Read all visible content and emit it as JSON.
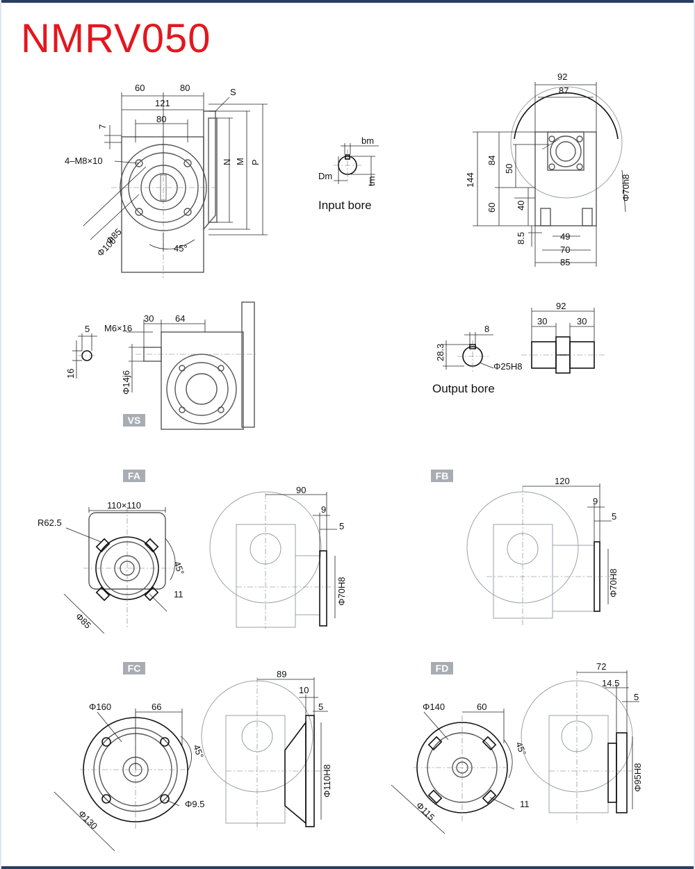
{
  "title": "NMRV050",
  "labels": {
    "input_bore": "Input bore",
    "output_bore": "Output bore"
  },
  "badges": {
    "vs": "VS",
    "fa": "FA",
    "fb": "FB",
    "fc": "FC",
    "fd": "FD"
  },
  "front_view": {
    "d60": "60",
    "d80a": "80",
    "d121": "121",
    "d80b": "80",
    "d7": "7",
    "s": "S",
    "n": "N",
    "m": "M",
    "p": "P",
    "thread": "4–M8×10",
    "phi85": "Φ85",
    "phi100": "Φ100",
    "angle45": "45°"
  },
  "input_bore_dims": {
    "bm": "bm",
    "dm": "Dm",
    "tm": "tm"
  },
  "side_view": {
    "d92": "92",
    "d87": "87",
    "d144": "144",
    "d84": "84",
    "d50": "50",
    "d60": "60",
    "d40": "40",
    "d8_5": "8.5",
    "d49": "49",
    "d70": "70",
    "d85": "85",
    "phi70h8": "Φ70h8"
  },
  "vs_view": {
    "d5": "5",
    "m6x16": "M6×16",
    "d30": "30",
    "d64": "64",
    "d16": "16",
    "phi14j6": "Φ14j6"
  },
  "output_bore_dims": {
    "d8": "8",
    "d28_3": "28.3",
    "phi25h8": "Φ25H8"
  },
  "output_shaft": {
    "d92": "92",
    "d30a": "30",
    "d30b": "30"
  },
  "fa_view": {
    "r62_5": "R62.5",
    "d110x110": "110×110",
    "angle45": "45°",
    "d11": "11",
    "phi85": "Φ85",
    "d90": "90",
    "d9": "9",
    "d5": "5",
    "phi70h8": "Φ70H8"
  },
  "fb_view": {
    "d120": "120",
    "d9": "9",
    "d5": "5",
    "phi70h8": "Φ70H8"
  },
  "fc_view": {
    "phi160": "Φ160",
    "d66": "66",
    "angle45": "45°",
    "phi9_5": "Φ9.5",
    "phi130": "Φ130",
    "d89": "89",
    "d10": "10",
    "d5": "5",
    "phi110h8": "Φ110H8"
  },
  "fd_view": {
    "phi140": "Φ140",
    "d60": "60",
    "angle45": "45°",
    "d11": "11",
    "phi115": "Φ115",
    "d72": "72",
    "d14_5": "14.5",
    "d5": "5",
    "phi95h8": "Φ95H8"
  }
}
